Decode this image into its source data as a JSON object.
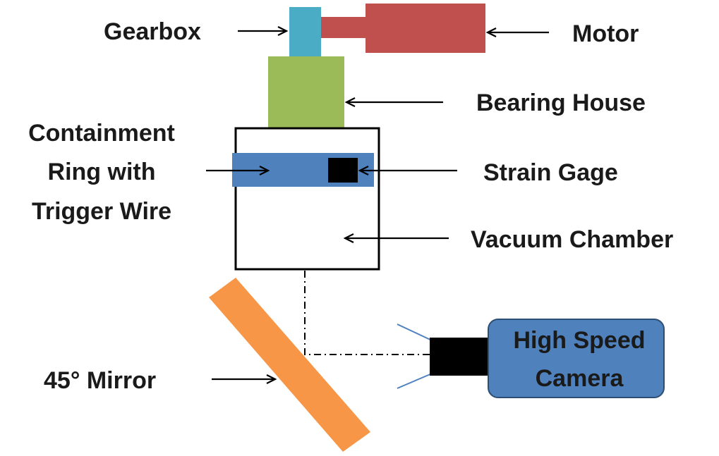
{
  "labels": {
    "gearbox": "Gearbox",
    "motor": "Motor",
    "bearing_house": "Bearing House",
    "containment_ring": [
      "Containment",
      "Ring with",
      "Trigger Wire"
    ],
    "strain_gage": "Strain Gage",
    "vacuum_chamber": "Vacuum Chamber",
    "mirror": "45° Mirror",
    "camera": [
      "High Speed",
      "Camera"
    ]
  },
  "colors": {
    "gearbox": "#4bacc6",
    "motor": "#c0504d",
    "bearing_house": "#9bbb59",
    "containment_ring": "#4f81bd",
    "strain_gage": "#000000",
    "chamber_border": "#000000",
    "mirror": "#f79646",
    "camera_body": "#4f81bd",
    "camera_lens": "#000000",
    "field_of_view": "#4f81bd"
  }
}
